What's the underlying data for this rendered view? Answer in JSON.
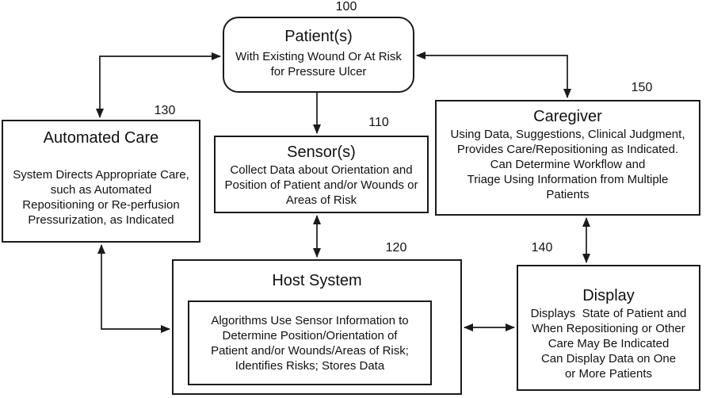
{
  "figure": {
    "background": "#ffffff",
    "line_color": "#1a1a1a"
  },
  "nodes": {
    "patient": {
      "ref": "100",
      "title": "Patient(s)",
      "body": "With Existing Wound Or At Risk\nfor Pressure Ulcer"
    },
    "sensor": {
      "ref": "110",
      "title": "Sensor(s)",
      "body": "Collect Data about Orientation and\nPosition of Patient and/or Wounds or\nAreas of Risk"
    },
    "host": {
      "ref": "120",
      "title": "Host System",
      "body": "Algorithms Use Sensor Information to\nDetermine Position/Orientation of\nPatient and/or Wounds/Areas of Risk;\nIdentifies Risks; Stores Data"
    },
    "automated_care": {
      "ref": "130",
      "title": "Automated Care",
      "body": "System Directs Appropriate Care,\nsuch as Automated\nRepositioning or Re-perfusion\nPressurization, as Indicated"
    },
    "display": {
      "ref": "140",
      "title": "Display",
      "body": "Displays  State of Patient and\nWhen Repositioning or Other\nCare May Be Indicated\nCan Display Data on One\nor More Patients"
    },
    "caregiver": {
      "ref": "150",
      "title": "Caregiver",
      "body": "Using Data, Suggestions, Clinical Judgment,\nProvides Care/Repositioning as Indicated.\nCan Determine Workflow and\nTriage Using Information from Multiple\nPatients"
    }
  },
  "connections": [
    {
      "from": "patient",
      "to": "automated_care",
      "bidirectional": true
    },
    {
      "from": "patient",
      "to": "caregiver",
      "bidirectional": true
    },
    {
      "from": "patient",
      "to": "sensor",
      "bidirectional": false
    },
    {
      "from": "sensor",
      "to": "host",
      "bidirectional": true
    },
    {
      "from": "automated_care",
      "to": "host",
      "bidirectional": true
    },
    {
      "from": "caregiver",
      "to": "display",
      "bidirectional": true
    },
    {
      "from": "host",
      "to": "display",
      "bidirectional": true
    }
  ]
}
